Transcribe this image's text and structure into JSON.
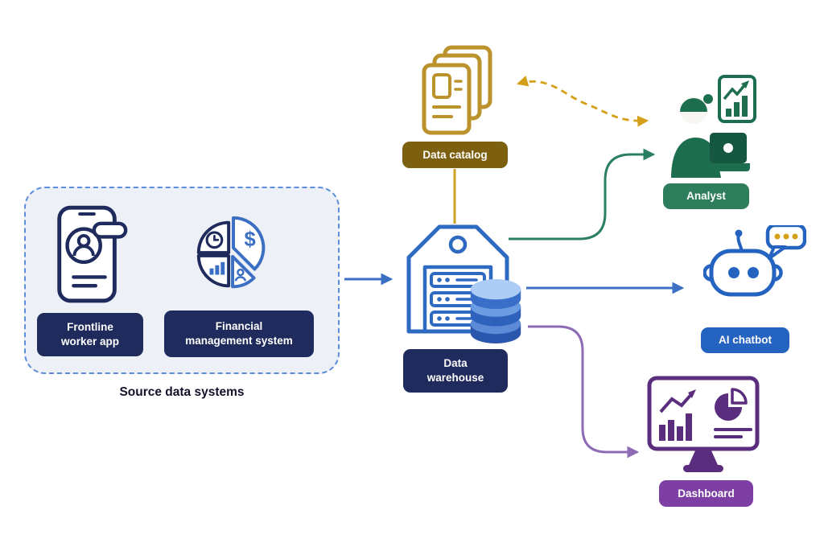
{
  "source_group": {
    "caption": "Source data systems",
    "items": [
      {
        "label": "Frontline worker app",
        "icon": "phone-user-icon"
      },
      {
        "label": "Financial management system",
        "icon": "finance-pie-icon"
      }
    ]
  },
  "nodes": {
    "data_catalog": {
      "label": "Data catalog",
      "icon": "stacked-documents-icon"
    },
    "data_warehouse": {
      "label": "Data warehouse",
      "icon": "warehouse-database-icon"
    },
    "analyst": {
      "label": "Analyst",
      "icon": "analyst-person-icon"
    },
    "ai_chatbot": {
      "label": "AI chatbot",
      "icon": "robot-icon"
    },
    "dashboard": {
      "label": "Dashboard",
      "icon": "dashboard-monitor-icon"
    }
  },
  "icons": {
    "currency_symbol": "$"
  },
  "colors": {
    "navy_label": "#1f2b5c",
    "panel_bg": "#edf0f7",
    "panel_border": "#5b8dd9",
    "blue_stroke": "#2e6bc0",
    "blue_arrow": "#3a6fc3",
    "gold_icon": "#bb922b",
    "gold_label": "#7d5f10",
    "gold_arrow": "#d4a017",
    "green_icon": "#1d6e4f",
    "green_label": "#2e7d5c",
    "green_arrow": "#2b7f60",
    "chatbot_blue": "#2563c0",
    "purple_icon": "#5b2d7e",
    "purple_label": "#7d3fa3",
    "purple_arrow": "#8e6bb5",
    "database_dark": "#2a57ad",
    "database_light": "#aecdf6"
  },
  "connectors": [
    {
      "from": "source-data-systems",
      "to": "data-warehouse",
      "style": "solid",
      "color": "#3a6fc3",
      "arrows": "end"
    },
    {
      "from": "data-catalog",
      "to": "data-warehouse",
      "style": "solid",
      "color": "#c9a227",
      "arrows": "none"
    },
    {
      "from": "data-catalog",
      "to": "analyst",
      "style": "dashed",
      "color": "#d4a017",
      "arrows": "both"
    },
    {
      "from": "data-warehouse",
      "to": "analyst",
      "style": "solid",
      "color": "#2b7f60",
      "arrows": "end"
    },
    {
      "from": "data-warehouse",
      "to": "ai-chatbot",
      "style": "solid",
      "color": "#3a6fc3",
      "arrows": "end"
    },
    {
      "from": "data-warehouse",
      "to": "dashboard",
      "style": "solid",
      "color": "#8e6bb5",
      "arrows": "end"
    }
  ]
}
